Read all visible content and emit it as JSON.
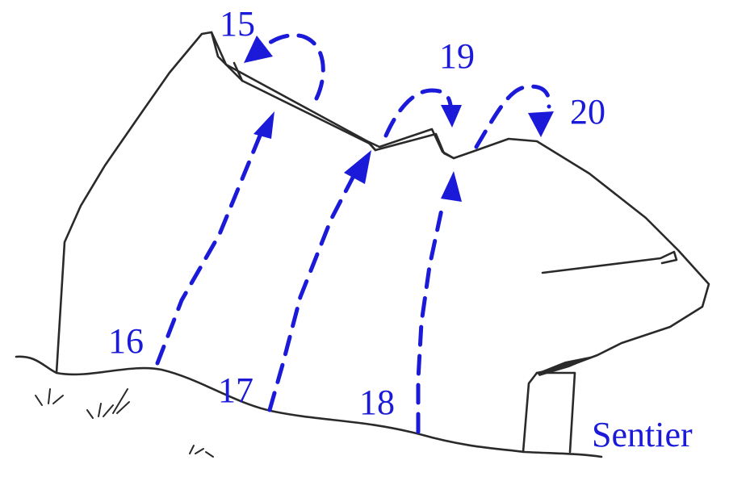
{
  "colors": {
    "route": "#1a1ad8",
    "rock": "#2a2a2a"
  },
  "routes": [
    {
      "number": "15"
    },
    {
      "number": "16"
    },
    {
      "number": "17"
    },
    {
      "number": "18"
    },
    {
      "number": "19"
    },
    {
      "number": "20"
    }
  ],
  "path_label": "Sentier"
}
